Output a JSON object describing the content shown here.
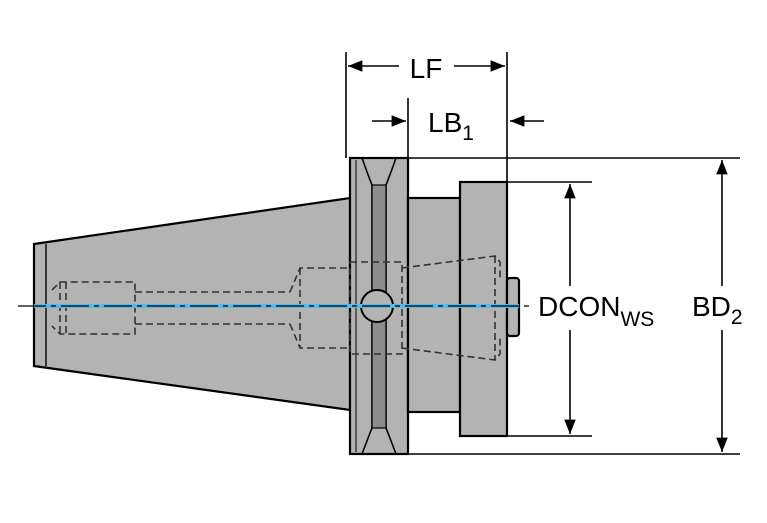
{
  "labels": {
    "lf": "LF",
    "lb": "LB",
    "lb_sub": "1",
    "dcon": "DCON",
    "dcon_sub": "WS",
    "bd": "BD",
    "bd_sub": "2"
  },
  "colors": {
    "body": "#b3b3b3",
    "body_dark": "#8c8c8c",
    "outline": "#000000",
    "centerline": "#000000",
    "coolant": "#5bb7e8",
    "hidden_line": "#333333",
    "background": "#ffffff"
  }
}
